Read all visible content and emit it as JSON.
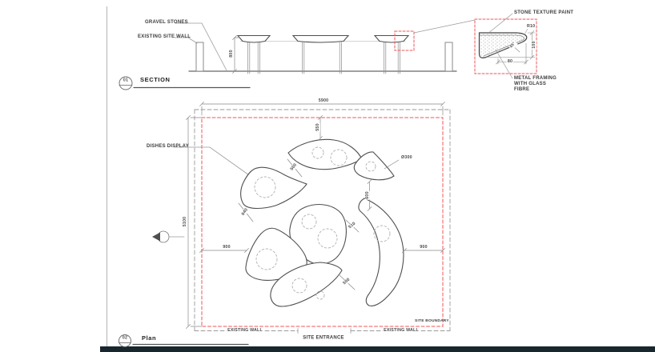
{
  "sheet": {
    "section": {
      "ref_number": "01",
      "title": "SECTION",
      "gravel_label": "GRAVEL STONES",
      "wall_label": "EXISTING SITE WALL",
      "dim_height": "800"
    },
    "detail": {
      "paint_label": "STONE TEXTURE PAINT",
      "framing_label": "METAL FRAMING WITH GLASS FIBRE",
      "dim_radius": "R10",
      "dim_height": "100",
      "dim_width": "80",
      "dim_angle": "45°"
    },
    "plan": {
      "ref_number": "02",
      "title": "Plan",
      "dishes_label": "DISHES DISPLAY",
      "existing_wall_left": "EXISTING WALL",
      "existing_wall_right": "EXISTING WALL",
      "site_entrance": "SITE ENTRANCE",
      "site_boundary": "SITE BOUNDARY",
      "dim_overall_width": "5900",
      "dim_overall_height": "5100",
      "dim_top_offset": "550",
      "dim_gap_top": "500",
      "dim_gap_center": "510",
      "dim_gap_left": "640",
      "dim_gap_right": "600",
      "dim_left_offset": "900",
      "dim_right_offset": "900",
      "dim_gap_bottom": "500",
      "dim_dish_diameter": "Ø300"
    },
    "colors": {
      "boundary_red": "#f0565a",
      "line_dark": "#4f4f4f",
      "line_gray": "#9a9a9a",
      "footer_bar": "#18262e"
    }
  }
}
